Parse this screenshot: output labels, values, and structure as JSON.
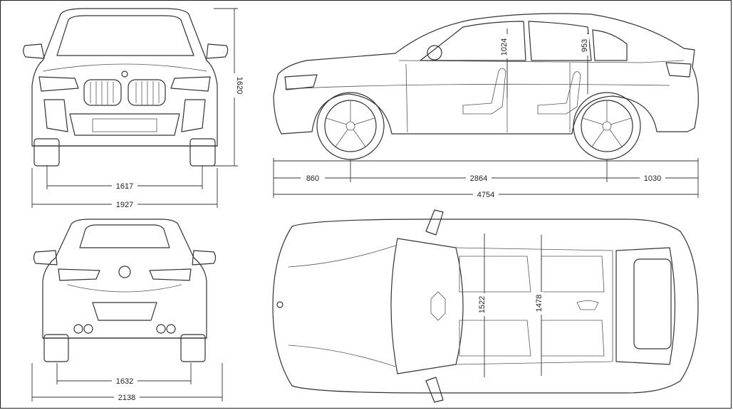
{
  "dimensions": {
    "front_track": "1617",
    "front_width": "1927",
    "height": "1620",
    "front_overhang": "860",
    "wheelbase": "2864",
    "rear_overhang": "1030",
    "length": "4754",
    "front_headroom": "1024",
    "rear_headroom": "953",
    "rear_track": "1632",
    "width_mirrors": "2138",
    "front_shoulder": "1522",
    "rear_shoulder": "1478"
  },
  "colors": {
    "line": "#333333",
    "background": "#ffffff",
    "frame": "#222222"
  }
}
